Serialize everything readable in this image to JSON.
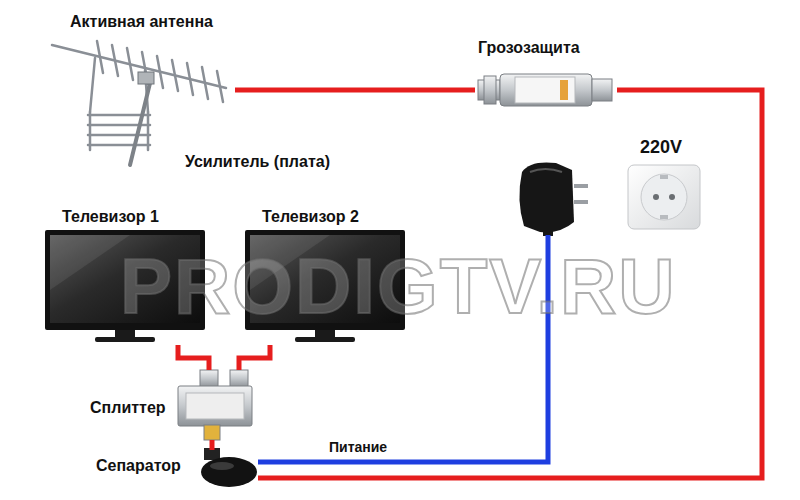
{
  "diagram": {
    "nodes": [
      {
        "text": [
          "Активная антенна",
          "Усилитель (плата)"
        ]
      },
      {
        "text": [
          "Грозозащита"
        ]
      },
      {
        "text": [
          "220V"
        ]
      },
      {
        "text": [
          "Телевизор 1"
        ]
      },
      {
        "text": [
          "Телевизор 2"
        ]
      },
      {
        "text": [
          "Сплиттер"
        ]
      },
      {
        "text": [
          "Сепаратор"
        ]
      }
    ],
    "edges": [
      {
        "from": 0,
        "to": 1,
        "arrow": "none"
      },
      {
        "from": 1,
        "to": 6,
        "arrow": "none"
      },
      {
        "from": 2,
        "to": 6,
        "label": "Питание",
        "arrow": "none"
      },
      {
        "from": 6,
        "to": 5,
        "arrow": "none"
      },
      {
        "from": 5,
        "to": 3,
        "arrow": "none"
      },
      {
        "from": 5,
        "to": 4,
        "arrow": "none"
      }
    ],
    "labels": [
      "PRODIGTV.RU"
    ]
  }
}
